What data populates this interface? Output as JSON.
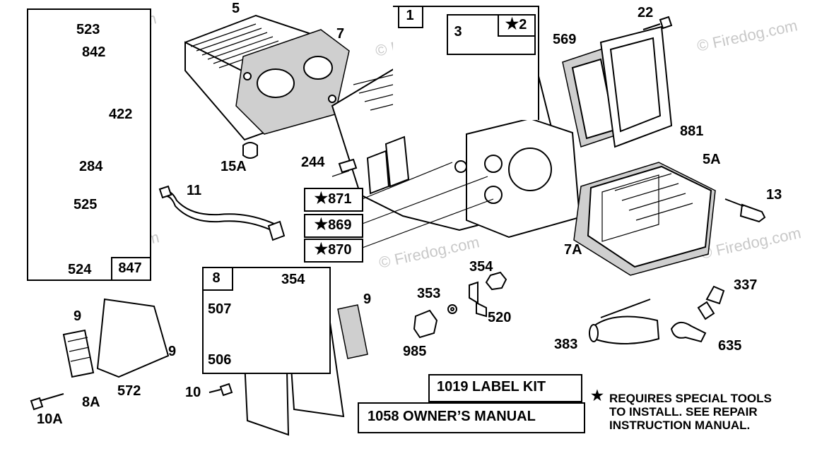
{
  "watermark": {
    "text": "© Firedog.com"
  },
  "boxes": {
    "dipstick_box_label": "847",
    "block_box_label": "1",
    "seal_box_label_3": "3",
    "seal_box_label_2": "2",
    "bracket_box_label": "8"
  },
  "star_labels": {
    "s871": "871",
    "s869": "869",
    "s870": "870"
  },
  "part_labels": {
    "p523": "523",
    "p842": "842",
    "p422": "422",
    "p284": "284",
    "p525": "525",
    "p524": "524",
    "p5": "5",
    "p7": "7",
    "p15A": "15A",
    "p244": "244",
    "p11": "11",
    "p22": "22",
    "p569": "569",
    "p881": "881",
    "p5A": "5A",
    "p13": "13",
    "p7A": "7A",
    "p354a": "354",
    "p353": "353",
    "p520": "520",
    "p985": "985",
    "p337": "337",
    "p383": "383",
    "p635": "635",
    "p9a": "9",
    "p9b": "9",
    "p572": "572",
    "p8A": "8A",
    "p10A": "10A",
    "p354b": "354",
    "p507": "507",
    "p506": "506",
    "p9c": "9",
    "p10": "10"
  },
  "kits": {
    "label_kit": "1019 LABEL KIT",
    "owners_manual": "1058 OWNER’S MANUAL"
  },
  "note": {
    "star": "★",
    "line1": "REQUIRES SPECIAL TOOLS",
    "line2": "TO INSTALL.  SEE REPAIR",
    "line3": "INSTRUCTION MANUAL."
  }
}
